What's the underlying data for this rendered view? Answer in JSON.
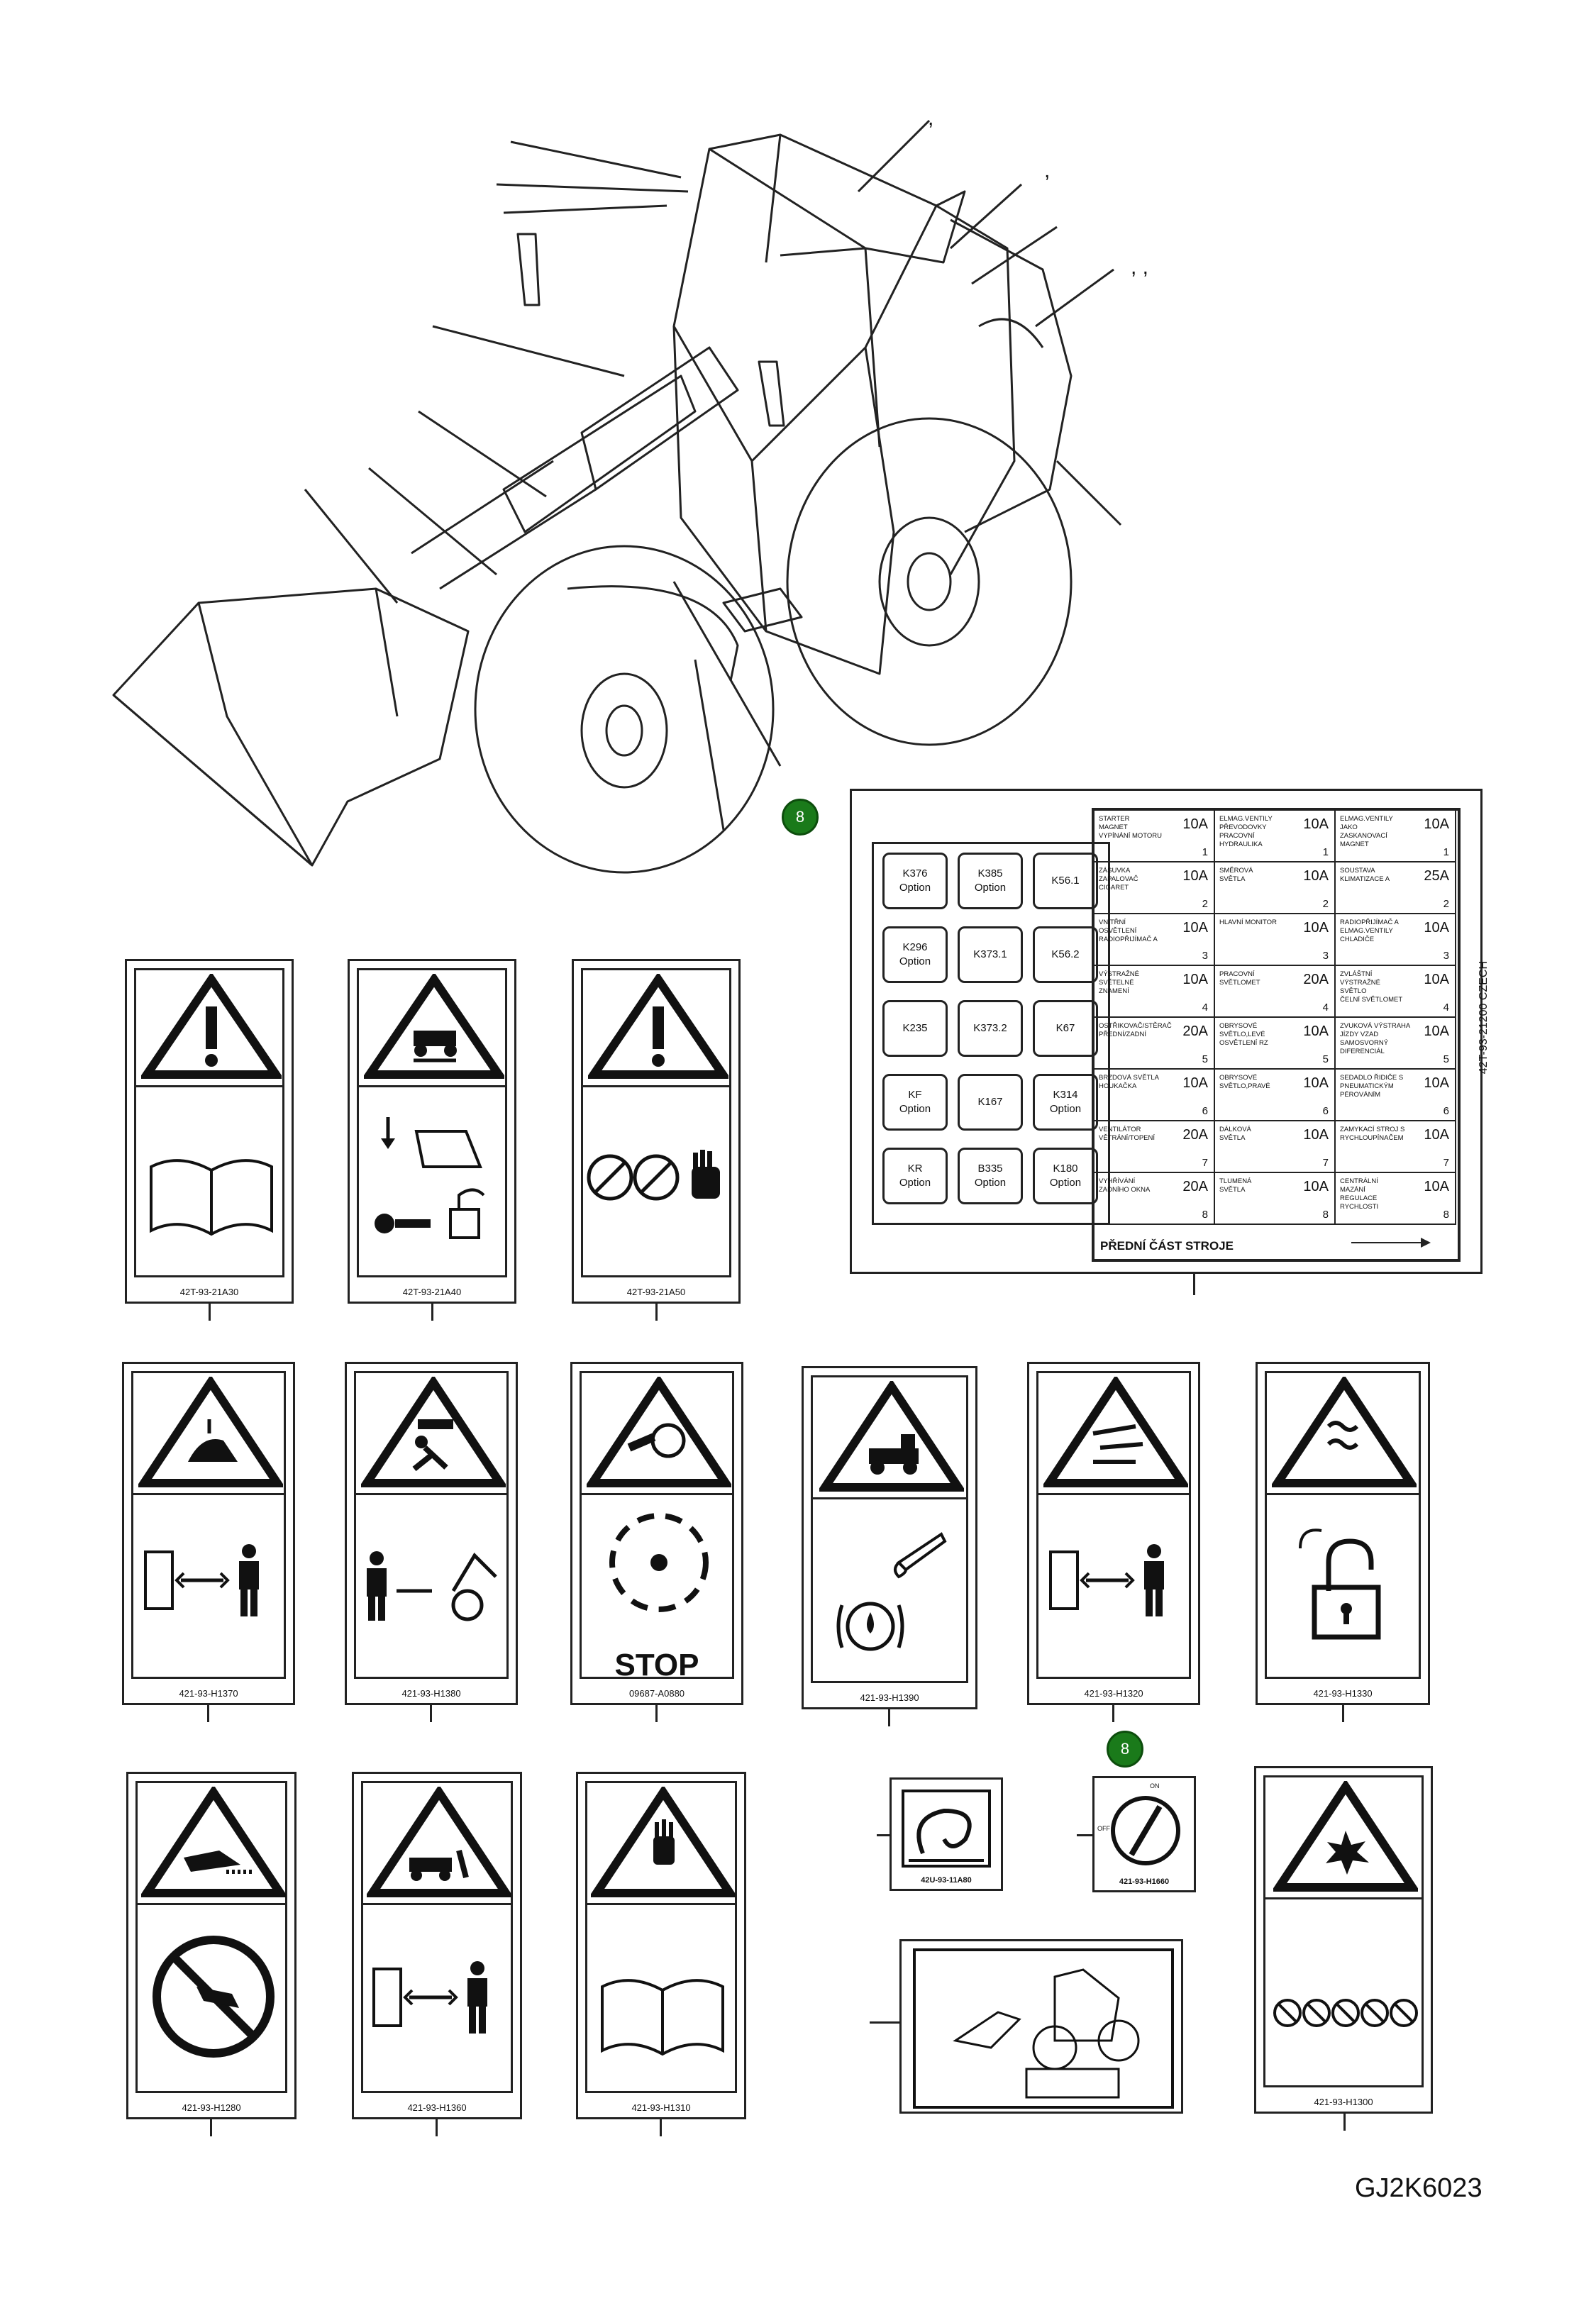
{
  "figure_id": "GJ2K6023",
  "callouts": [
    "8",
    "8"
  ],
  "commas": [
    ",",
    ",",
    ", ,"
  ],
  "fuse_panel": {
    "code": "42T-93-21200  CZECH",
    "front_label": "PŘEDNÍ ČÁST STROJE",
    "relays": [
      {
        "label": "K376\nOption"
      },
      {
        "label": "K385\nOption"
      },
      {
        "label": "K56.1"
      },
      {
        "label": "K296\nOption"
      },
      {
        "label": "K373.1"
      },
      {
        "label": "K56.2"
      },
      {
        "label": "K235"
      },
      {
        "label": "K373.2"
      },
      {
        "label": "K67"
      },
      {
        "label": "KF\nOption"
      },
      {
        "label": "K167"
      },
      {
        "label": "K314\nOption"
      },
      {
        "label": "KR\nOption"
      },
      {
        "label": "B335\nOption"
      },
      {
        "label": "K180\nOption"
      }
    ],
    "fuses": [
      {
        "name": "STARTER\nMAGNET\nVYPÍNÁNÍ MOTORU",
        "amp": "10A",
        "num": "1"
      },
      {
        "name": "ELMAG.VENTILY\nPŘEVODOVKY\nPRACOVNÍ HYDRAULIKA",
        "amp": "10A",
        "num": "1"
      },
      {
        "name": "ELMAG.VENTILY\nJAKO\nZASKANOVACÍ MAGNET",
        "amp": "10A",
        "num": "1"
      },
      {
        "name": "ZÁSUVKA\nZAPALOVAČ\nCIGARET",
        "amp": "10A",
        "num": "2"
      },
      {
        "name": "SMĚROVÁ\nSVĚTLA",
        "amp": "10A",
        "num": "2"
      },
      {
        "name": "SOUSTAVA\nKLIMATIZACE A",
        "amp": "25A",
        "num": "2"
      },
      {
        "name": "VNITŘNÍ\nOSVĚTLENÍ\nRADIOPŘIJÍMAČ A",
        "amp": "10A",
        "num": "3"
      },
      {
        "name": "HLAVNÍ MONITOR",
        "amp": "10A",
        "num": "3"
      },
      {
        "name": "RADIOPŘIJÍMAČ A\nELMAG.VENTILY\nCHLADIČE",
        "amp": "10A",
        "num": "3"
      },
      {
        "name": "VÝSTRAŽNÉ\nSVĚTELNÉ\nZNAMENÍ",
        "amp": "10A",
        "num": "4"
      },
      {
        "name": "PRACOVNÍ\nSVĚTLOMET",
        "amp": "20A",
        "num": "4"
      },
      {
        "name": "ZVLÁŠTNÍ\nVÝSTRAŽNÉ\nSVĚTLO\nČELNÍ SVĚTLOMET",
        "amp": "10A",
        "num": "4"
      },
      {
        "name": "OSTŘIKOVAČ/STĚRAČ\nPŘEDNÍ/ZADNÍ",
        "amp": "20A",
        "num": "5"
      },
      {
        "name": "OBRYSOVÉ\nSVĚTLO,LEVÉ\nOSVĚTLENÍ RZ",
        "amp": "10A",
        "num": "5"
      },
      {
        "name": "ZVUKOVÁ VÝSTRAHA\nJÍZDY VZAD\nSAMOSVORNÝ\nDIFERENCIÁL",
        "amp": "10A",
        "num": "5"
      },
      {
        "name": "BRZDOVÁ SVĚTLA\nHOUKAČKA",
        "amp": "10A",
        "num": "6"
      },
      {
        "name": "OBRYSOVÉ\nSVĚTLO,PRAVÉ",
        "amp": "10A",
        "num": "6"
      },
      {
        "name": "SEDADLO ŘIDIČE S\nPNEUMATICKÝM\nPÉROVÁNÍM",
        "amp": "10A",
        "num": "6"
      },
      {
        "name": "VENTILÁTOR\nVĚTRÁNÍ/TOPENÍ",
        "amp": "20A",
        "num": "7"
      },
      {
        "name": "DÁLKOVÁ\nSVĚTLA",
        "amp": "10A",
        "num": "7"
      },
      {
        "name": "ZAMYKACÍ STROJ S\nRYCHLOUPÍNAČEM",
        "amp": "10A",
        "num": "7"
      },
      {
        "name": "VYHŘÍVÁNÍ\nZADNÍHO OKNA",
        "amp": "20A",
        "num": "8"
      },
      {
        "name": "TLUMENÁ\nSVĚTLA",
        "amp": "10A",
        "num": "8"
      },
      {
        "name": "CENTRÁLNÍ\nMAZÁNÍ\nREGULACE\nRYCHLOSTI",
        "amp": "10A",
        "num": "8"
      }
    ]
  },
  "decals": [
    {
      "code": "42T-93-21A30",
      "top_icon": "exclamation-warning-icon",
      "bottom_icon": "manual-book-icon"
    },
    {
      "code": "42T-93-21A40",
      "top_icon": "loader-tip-warning-icon",
      "bottom_icon": "lower-bucket-key-lock-icon"
    },
    {
      "code": "42T-93-21A50",
      "top_icon": "exclamation-warning-icon",
      "bottom_icon": "no-touch-glove-icon"
    },
    {
      "code": "421-93-H1370",
      "top_icon": "crush-warning-icon",
      "bottom_icon": "keep-distance-icon"
    },
    {
      "code": "421-93-H1380",
      "top_icon": "fall-warning-icon",
      "bottom_icon": "keep-distance-loader-icon"
    },
    {
      "code": "09687-A0880",
      "top_icon": "fan-entanglement-warning-icon",
      "bottom_icon": "rotating-fan-stop-icon",
      "bottom_text": "STOP"
    },
    {
      "code": "421-93-H1390",
      "top_icon": "loader-warning-icon",
      "bottom_icon": "oil-brake-icon"
    },
    {
      "code": "421-93-H1320",
      "top_icon": "pinch-warning-icon",
      "bottom_icon": "keep-distance-icon"
    },
    {
      "code": "421-93-H1330",
      "top_icon": "hot-surface-warning-icon",
      "bottom_icon": "unlock-padlock-icon"
    },
    {
      "code": "421-93-H1280",
      "top_icon": "hot-hand-warning-icon",
      "bottom_icon": "no-hand-prohibition-icon"
    },
    {
      "code": "421-93-H1360",
      "top_icon": "run-over-warning-icon",
      "bottom_icon": "keep-distance-icon"
    },
    {
      "code": "421-93-H1310",
      "top_icon": "hand-stop-warning-icon",
      "bottom_icon": "manual-book-icon"
    },
    {
      "code": "421-93-H1300",
      "top_icon": "explosion-warning-icon",
      "bottom_icon": "no-fire-prohibition-row-icon"
    }
  ],
  "small_decals": [
    {
      "code": "42U-93-11A80",
      "icon": "hose-pressure-icon"
    },
    {
      "code": "421-93-H1660",
      "icon": "battery-switch-icon",
      "on_label": "ON",
      "off_label": "OFF"
    },
    {
      "code": "",
      "icon": "loader-overview-icon"
    }
  ]
}
